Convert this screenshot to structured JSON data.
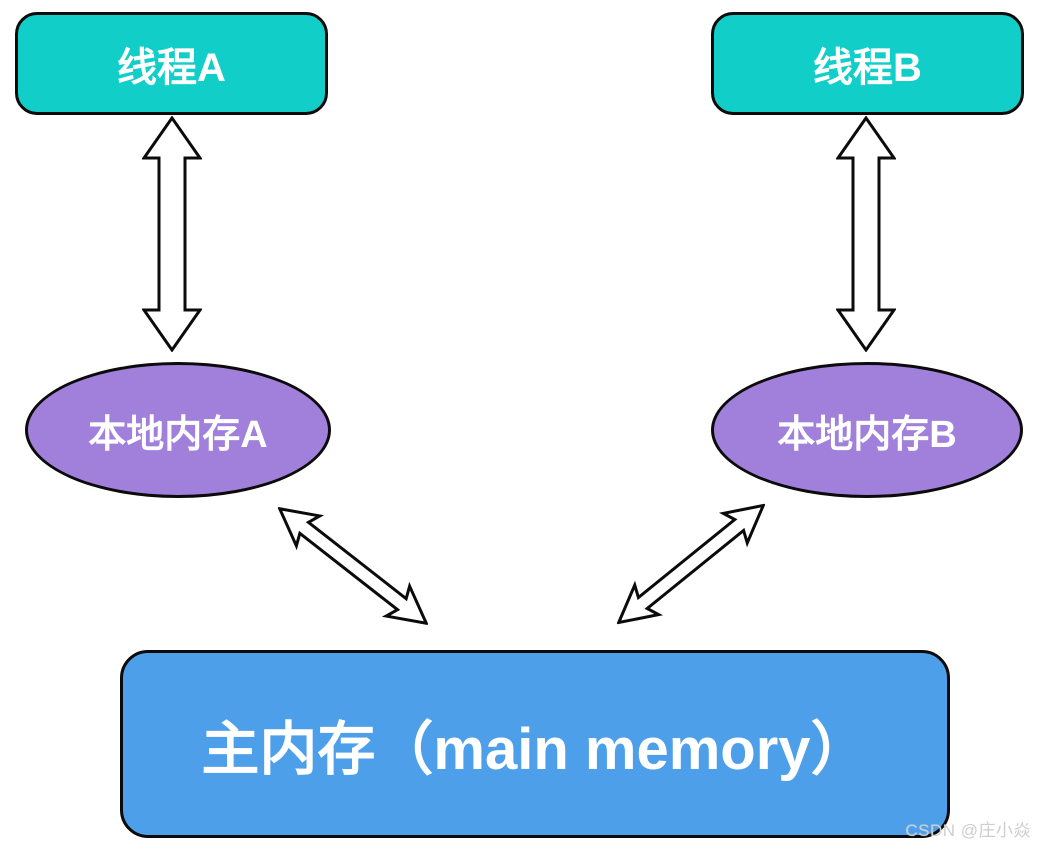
{
  "diagram": {
    "background": "#ffffff",
    "outline_color": "#0b0b0b",
    "nodes": {
      "thread_a": {
        "label": "线程A",
        "shape": "rounded-rect",
        "fill": "#11cec9",
        "text_color": "#ffffff"
      },
      "thread_b": {
        "label": "线程B",
        "shape": "rounded-rect",
        "fill": "#11cec9",
        "text_color": "#ffffff"
      },
      "local_memory_a": {
        "label": "本地内存A",
        "shape": "ellipse",
        "fill": "#a080db",
        "text_color": "#ffffff"
      },
      "local_memory_b": {
        "label": "本地内存B",
        "shape": "ellipse",
        "fill": "#a080db",
        "text_color": "#ffffff"
      },
      "main_memory": {
        "label": "主内存（main memory）",
        "shape": "rounded-rect",
        "fill": "#4d9fea",
        "text_color": "#ffffff"
      }
    },
    "edges": [
      {
        "from": "thread_a",
        "to": "local_memory_a",
        "style": "double-headed-block-arrow",
        "fill": "#ffffff",
        "stroke": "#0b0b0b"
      },
      {
        "from": "thread_b",
        "to": "local_memory_b",
        "style": "double-headed-block-arrow",
        "fill": "#ffffff",
        "stroke": "#0b0b0b"
      },
      {
        "from": "local_memory_a",
        "to": "main_memory",
        "style": "double-headed-block-arrow",
        "fill": "#ffffff",
        "stroke": "#0b0b0b"
      },
      {
        "from": "local_memory_b",
        "to": "main_memory",
        "style": "double-headed-block-arrow",
        "fill": "#ffffff",
        "stroke": "#0b0b0b"
      }
    ]
  },
  "watermark": {
    "text": "CSDN @庄小焱",
    "color": "#cdcdcd"
  }
}
